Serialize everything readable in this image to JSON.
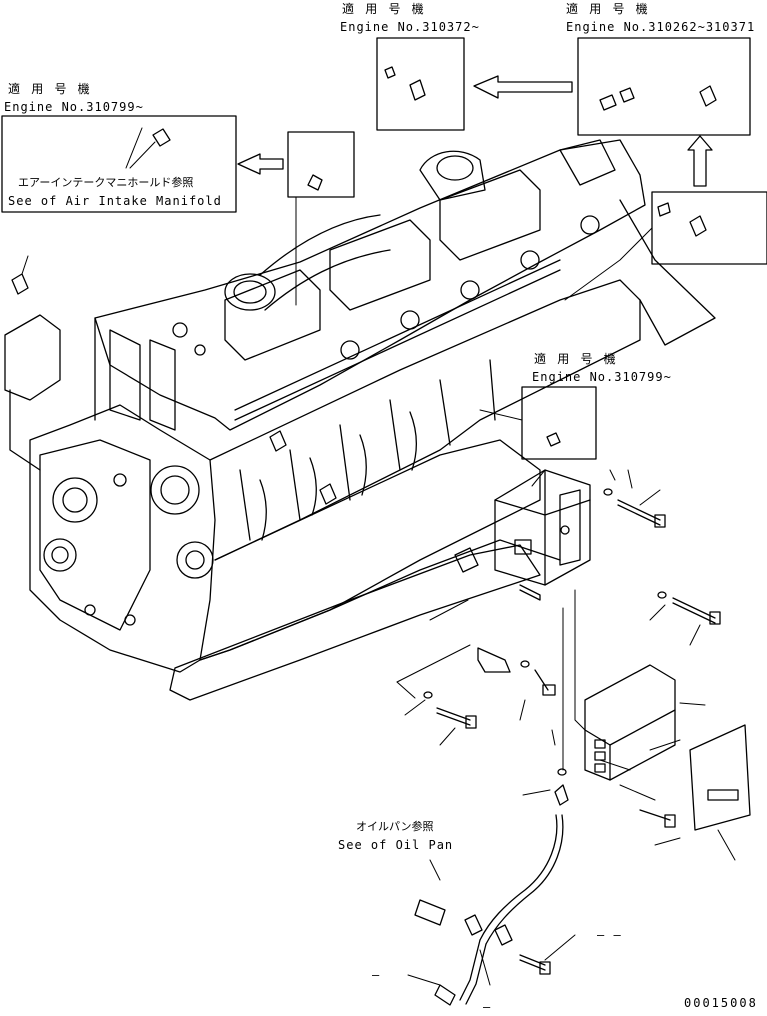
{
  "callouts": {
    "top_mid": {
      "jp": "適 用 号 機",
      "engine": "Engine No.310372~"
    },
    "top_right": {
      "jp": "適 用 号 機",
      "engine": "Engine No.310262~310371"
    },
    "left": {
      "jp": "適 用 号 機",
      "engine": "Engine No.310799~"
    },
    "mid_right": {
      "jp": "適 用 号 機",
      "engine": "Engine No.310799~"
    }
  },
  "references": {
    "air_intake": {
      "jp": "エアーインテークマニホールド参照",
      "en": "See of Air Intake Manifold"
    },
    "oil_pan": {
      "jp": "オイルパン参照",
      "en": "See of Oil Pan"
    }
  },
  "drawing_number": "00015008",
  "dash_marks": [
    "– –",
    "–",
    "–"
  ]
}
